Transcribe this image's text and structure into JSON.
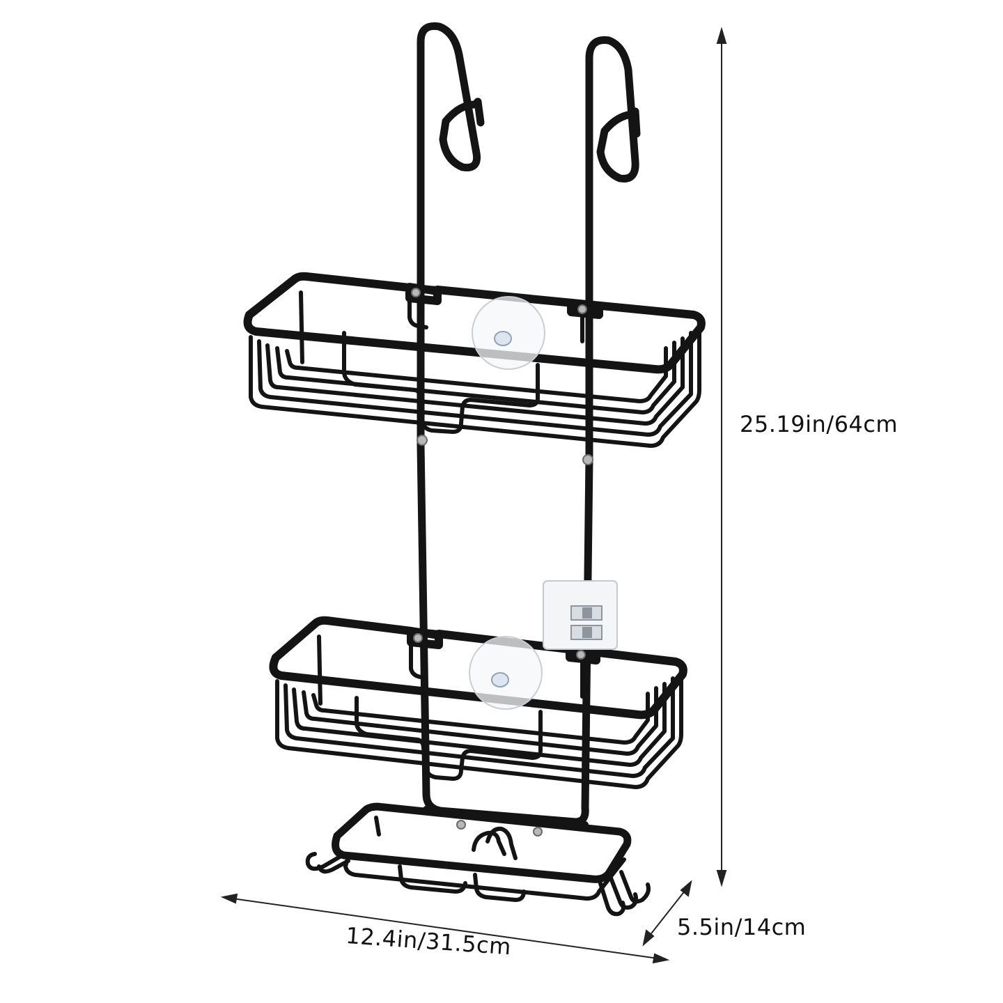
{
  "product": {
    "description_icon": "shower-caddy-icon",
    "frame_color": "#111111",
    "accent_colors": {
      "suction_cup": "#dde6f0",
      "screw": "#b8b8b8",
      "adhesive_hook": "#e8ecef"
    }
  },
  "dimensions": {
    "height_label": "25.19in/64cm",
    "width_label": "12.4in/31.5cm",
    "depth_label": "5.5in/14cm"
  }
}
